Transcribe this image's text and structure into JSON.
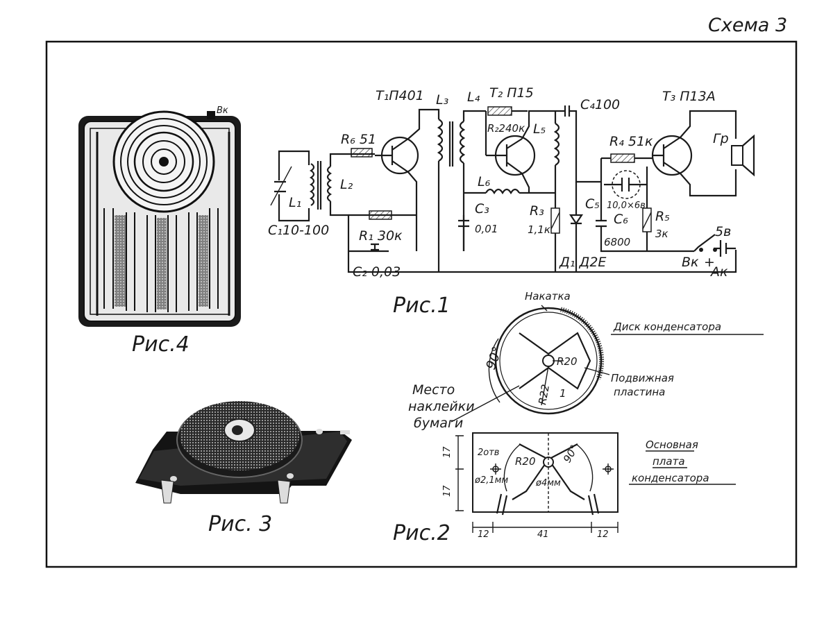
{
  "header": {
    "title": "Схема 3"
  },
  "figures": {
    "fig1": {
      "caption": "Рис.1"
    },
    "fig2": {
      "caption": "Рис.2"
    },
    "fig3": {
      "caption": "Рис. 3"
    },
    "fig4": {
      "caption": "Рис.4",
      "switch_label": "Вк"
    }
  },
  "schematic": {
    "t1": "T₁П401",
    "t2": "T₂ П15",
    "t3": "T₃ П13А",
    "l1": "L₁",
    "l2": "L₂",
    "l3": "L₃",
    "l4": "L₄",
    "l5": "L₅",
    "l6": "L₆",
    "r6": "R₆ 51",
    "r2": "R₂240к",
    "r1": "R₁ 30к",
    "r3a": "R₃",
    "r3b": "1,1к",
    "r4": "R₄ 51к",
    "r5a": "R₅",
    "r5b": "3к",
    "c1": "C₁10-100",
    "c2": "C₂ 0,03",
    "c3a": "C₃",
    "c3b": "0,01",
    "c4": "C₄100",
    "c5": "C₅",
    "c6a": "C₆",
    "c6b": "6800",
    "c7": "10,0×6в",
    "d1": "Д₁ Д2Е",
    "speaker": "Гр",
    "switch": "Вк",
    "plus": "+",
    "voltage": "5в",
    "battery": "Ак"
  },
  "disk": {
    "knurl": "Накатка",
    "title": "Диск конденсатора",
    "angle": "90°",
    "r20": "R20",
    "r22": "R22",
    "mark": "1",
    "plate_a": "Подвижная",
    "plate_b": "пластина",
    "glue_a": "Место",
    "glue_b": "наклейки",
    "glue_c": "бумаги"
  },
  "base": {
    "title_a": "Основная",
    "title_b": "плата",
    "title_c": "конденсатора",
    "holes": "2отв",
    "hole_d": "ø2,1мм",
    "center_d": "ø4мм",
    "r20": "R20",
    "angle": "90°",
    "dim_17a": "17",
    "dim_17b": "17",
    "dim_12a": "12",
    "dim_41": "41",
    "dim_12b": "12"
  }
}
